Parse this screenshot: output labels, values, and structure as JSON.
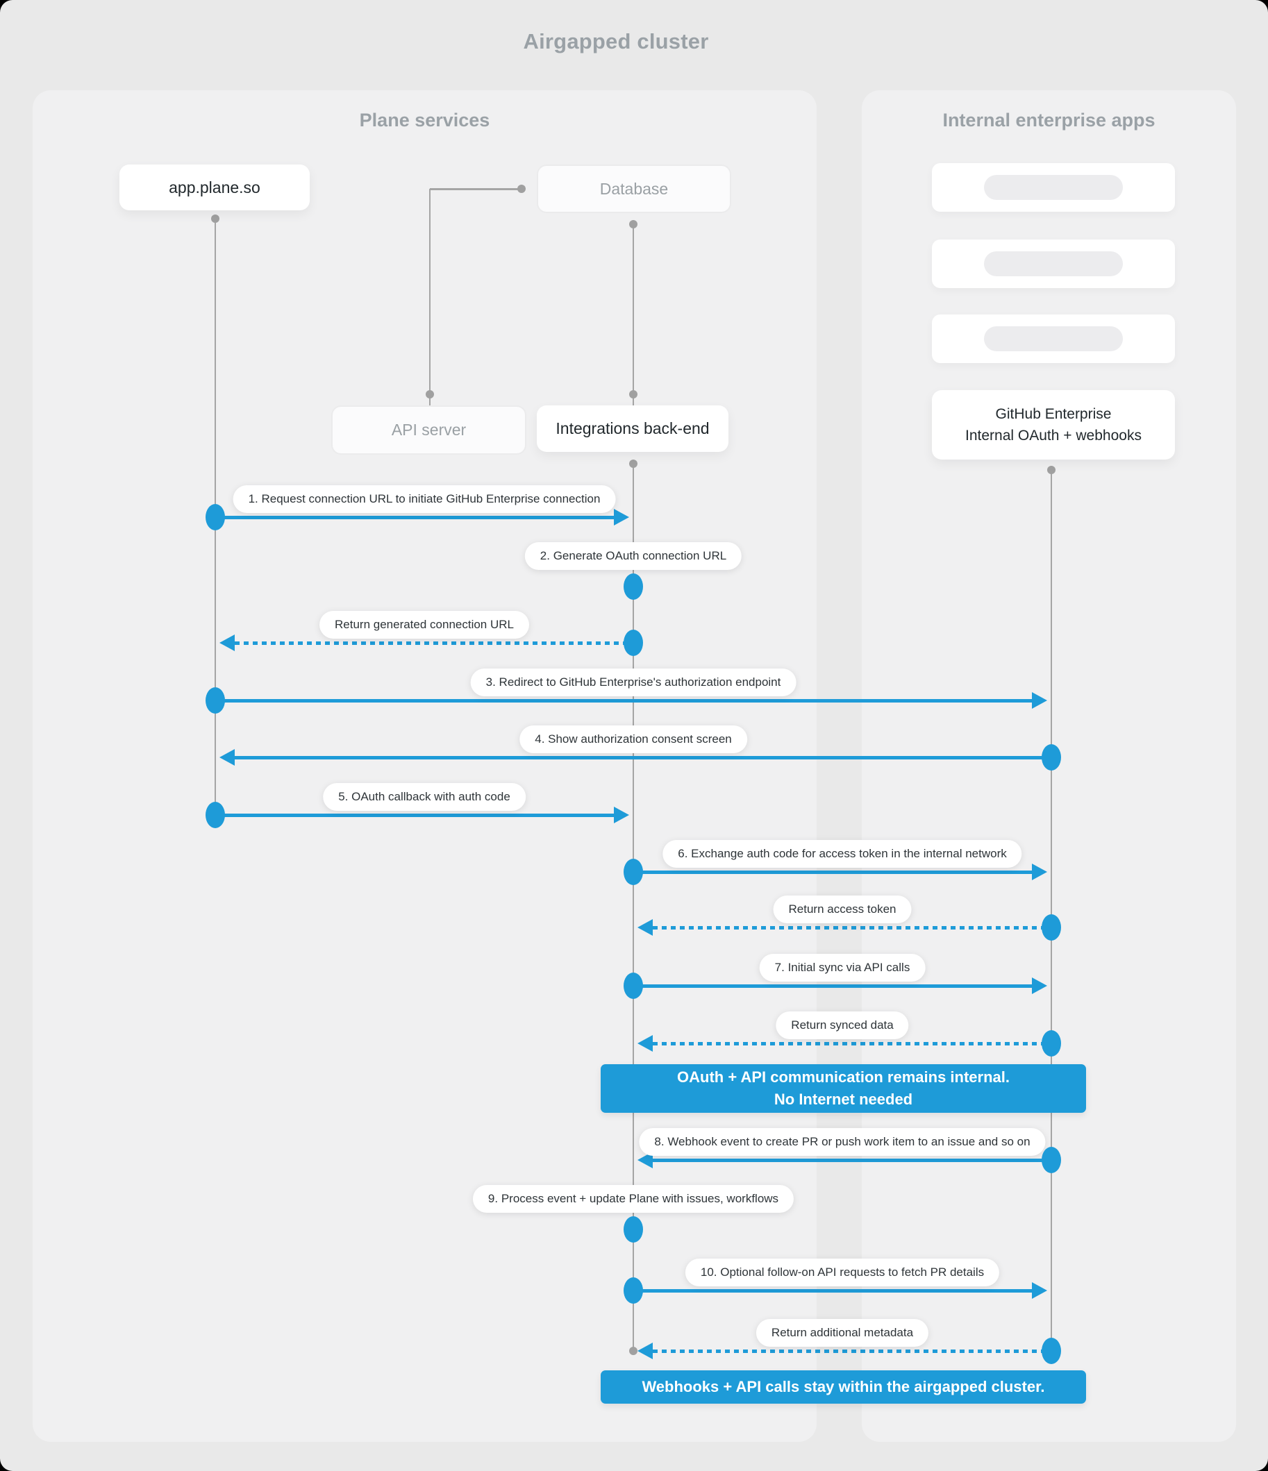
{
  "meta": {
    "title": "Airgapped cluster"
  },
  "panels": {
    "plane": {
      "title": "Plane services"
    },
    "enterprise": {
      "title": "Internal enterprise apps",
      "placeholder_cards": 3
    }
  },
  "actors": {
    "app": {
      "label": "app.plane.so"
    },
    "database": {
      "label": "Database"
    },
    "api_server": {
      "label": "API server"
    },
    "integrations": {
      "label": "Integrations back-end"
    },
    "github": {
      "label_line1": "GitHub Enterprise",
      "label_line2": "Internal OAuth + webhooks"
    }
  },
  "messages": [
    {
      "label": "1. Request connection URL to initiate GitHub Enterprise connection",
      "from": "app",
      "to": "integrations",
      "style": "solid"
    },
    {
      "label": "2. Generate OAuth connection URL",
      "from": "integrations",
      "to": "integrations",
      "style": "self"
    },
    {
      "label": "Return generated connection URL",
      "from": "integrations",
      "to": "app",
      "style": "dashed"
    },
    {
      "label": "3. Redirect to GitHub Enterprise's authorization endpoint",
      "from": "app",
      "to": "github",
      "style": "solid"
    },
    {
      "label": "4. Show authorization consent screen",
      "from": "github",
      "to": "app",
      "style": "solid"
    },
    {
      "label": "5. OAuth callback with auth code",
      "from": "app",
      "to": "integrations",
      "style": "solid"
    },
    {
      "label": "6. Exchange auth code for access token in the internal network",
      "from": "integrations",
      "to": "github",
      "style": "solid"
    },
    {
      "label": "Return access token",
      "from": "github",
      "to": "integrations",
      "style": "dashed"
    },
    {
      "label": "7. Initial sync via API calls",
      "from": "integrations",
      "to": "github",
      "style": "solid"
    },
    {
      "label": "Return synced data",
      "from": "github",
      "to": "integrations",
      "style": "dashed"
    },
    {
      "label": "8. Webhook event to create PR  or push work item to an issue  and so on",
      "from": "github",
      "to": "integrations",
      "style": "solid"
    },
    {
      "label": "9. Process event + update Plane with issues, workflows",
      "from": "integrations",
      "to": "integrations",
      "style": "self"
    },
    {
      "label": "10. Optional follow-on API requests to fetch PR details",
      "from": "integrations",
      "to": "github",
      "style": "solid"
    },
    {
      "label": "Return additional metadata",
      "from": "github",
      "to": "integrations",
      "style": "dashed"
    }
  ],
  "banners": [
    {
      "lines": [
        "OAuth + API communication remains internal.",
        "No Internet needed"
      ]
    },
    {
      "lines": [
        "Webhooks + API calls stay within the airgapped cluster."
      ]
    }
  ],
  "colors": {
    "accent_blue": "#1e9bd8",
    "lifeline_gray": "#a5a5a5"
  }
}
